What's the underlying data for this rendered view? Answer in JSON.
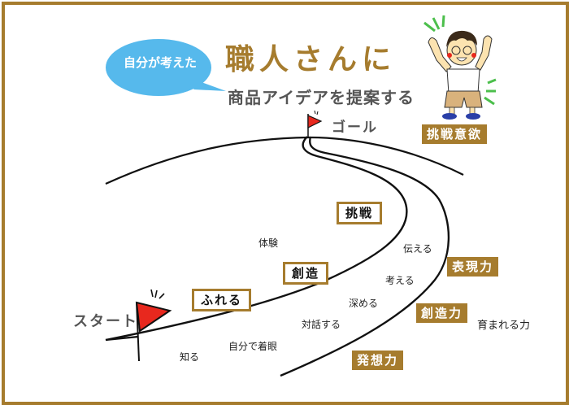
{
  "colors": {
    "frame": "#a67c2e",
    "title": "#a67c2e",
    "bubble": "#56b9ec",
    "flag": "#e8281e",
    "label_gray": "#555555"
  },
  "header": {
    "bubble_text": "自分が考えた",
    "title": "職人さんに",
    "subtitle": "商品アイデアを提案する"
  },
  "character": {
    "tag": "挑戦意欲",
    "description": "boy-with-glasses-cheering"
  },
  "markers": {
    "goal": "ゴール",
    "start": "スタート"
  },
  "stages": [
    {
      "label": "ふれる",
      "style": "outline"
    },
    {
      "label": "創造",
      "style": "outline"
    },
    {
      "label": "挑戦",
      "style": "outline"
    }
  ],
  "actions": {
    "left_side": [
      "知る",
      "自分で着眼",
      "体験"
    ],
    "right_side": [
      "対話する",
      "深める",
      "考える",
      "伝える"
    ]
  },
  "abilities": {
    "items": [
      "発想力",
      "創造力",
      "表現力"
    ],
    "caption": "育まれる力"
  }
}
